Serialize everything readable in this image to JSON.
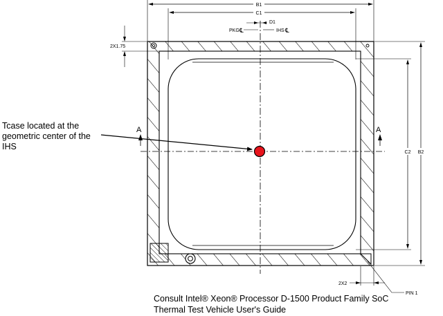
{
  "dimensions": {
    "b1": "B1",
    "c1": "C1",
    "d1": "D1",
    "pkg_center": "PKG",
    "ihs_center": "IHS",
    "two_x_175": "2X1.75",
    "c2": "C2",
    "b2": "B2",
    "two_x2": "2X2",
    "pin1": "PIN 1",
    "section_left": "A",
    "section_right": "A"
  },
  "callout": {
    "line1": "Tcase  located at the",
    "line2": "geometric center of the",
    "line3": "IHS"
  },
  "caption": {
    "line1": "Consult Intel® Xeon® Processor D-1500 Product Family SoC",
    "line2": "Thermal Test Vehicle  User's Guide"
  },
  "colors": {
    "tcase_marker": "#e8141c",
    "lines": "#000000"
  }
}
